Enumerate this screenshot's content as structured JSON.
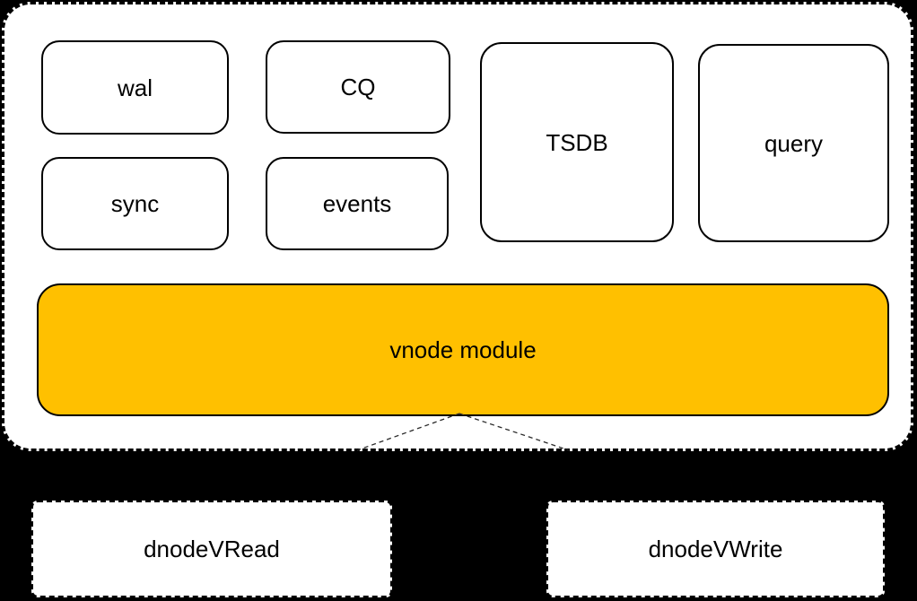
{
  "diagram": {
    "description": "vnode module architecture diagram",
    "colors": {
      "page_background": "#000000",
      "container_fill": "#ffffff",
      "box_border": "#000000",
      "vnode_fill": "#FFC000",
      "label_color": "#000000"
    },
    "container": {
      "modules": [
        {
          "id": "wal",
          "label": "wal"
        },
        {
          "id": "cq",
          "label": "CQ"
        },
        {
          "id": "sync",
          "label": "sync"
        },
        {
          "id": "events",
          "label": "events"
        },
        {
          "id": "tsdb",
          "label": "TSDB"
        },
        {
          "id": "query",
          "label": "query"
        }
      ],
      "vnode": {
        "label": "vnode module"
      }
    },
    "connectors": {
      "style": "dashed",
      "from": "vnode module",
      "to": [
        "dnodeVRead",
        "dnodeVWrite"
      ]
    },
    "dnodes": [
      {
        "id": "dnode-vread",
        "label": "dnodeVRead"
      },
      {
        "id": "dnode-vwrite",
        "label": "dnodeVWrite"
      }
    ]
  }
}
